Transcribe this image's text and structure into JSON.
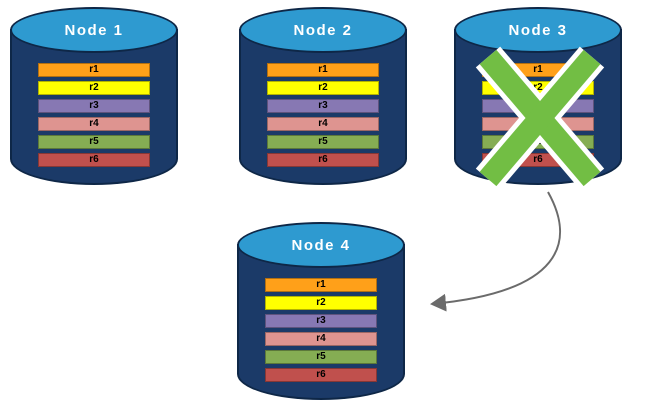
{
  "diagram": {
    "description": "Database replication failover diagram",
    "nodes": [
      {
        "title": "Node 1",
        "status": "active",
        "rows": [
          "r1",
          "r2",
          "r3",
          "r4",
          "r5",
          "r6"
        ]
      },
      {
        "title": "Node 2",
        "status": "active",
        "rows": [
          "r1",
          "r2",
          "r3",
          "r4",
          "r5",
          "r6"
        ]
      },
      {
        "title": "Node 3",
        "status": "failed",
        "rows": [
          "r1",
          "r2",
          "r3",
          "r4",
          "r5",
          "r6"
        ]
      },
      {
        "title": "Node 4",
        "status": "active",
        "rows": [
          "r1",
          "r2",
          "r3",
          "r4",
          "r5",
          "r6"
        ]
      }
    ],
    "row_colors": {
      "r1": "#FFA019",
      "r2": "#FFFF00",
      "r3": "#8778B3",
      "r4": "#DE9490",
      "r5": "#85AD53",
      "r6": "#C0504D"
    },
    "colors": {
      "cylinder_body": "#1B3A68",
      "cylinder_top": "#2E9AD0",
      "cylinder_border": "#0E2747",
      "fail_x": "#72BE44",
      "fail_x_outline": "#FFFFFF",
      "arrow": "#6B6B6B",
      "row_text": "#000000",
      "title_text": "#FFFFFF"
    },
    "arrow": {
      "from": "Node 3",
      "to": "Node 4"
    }
  }
}
